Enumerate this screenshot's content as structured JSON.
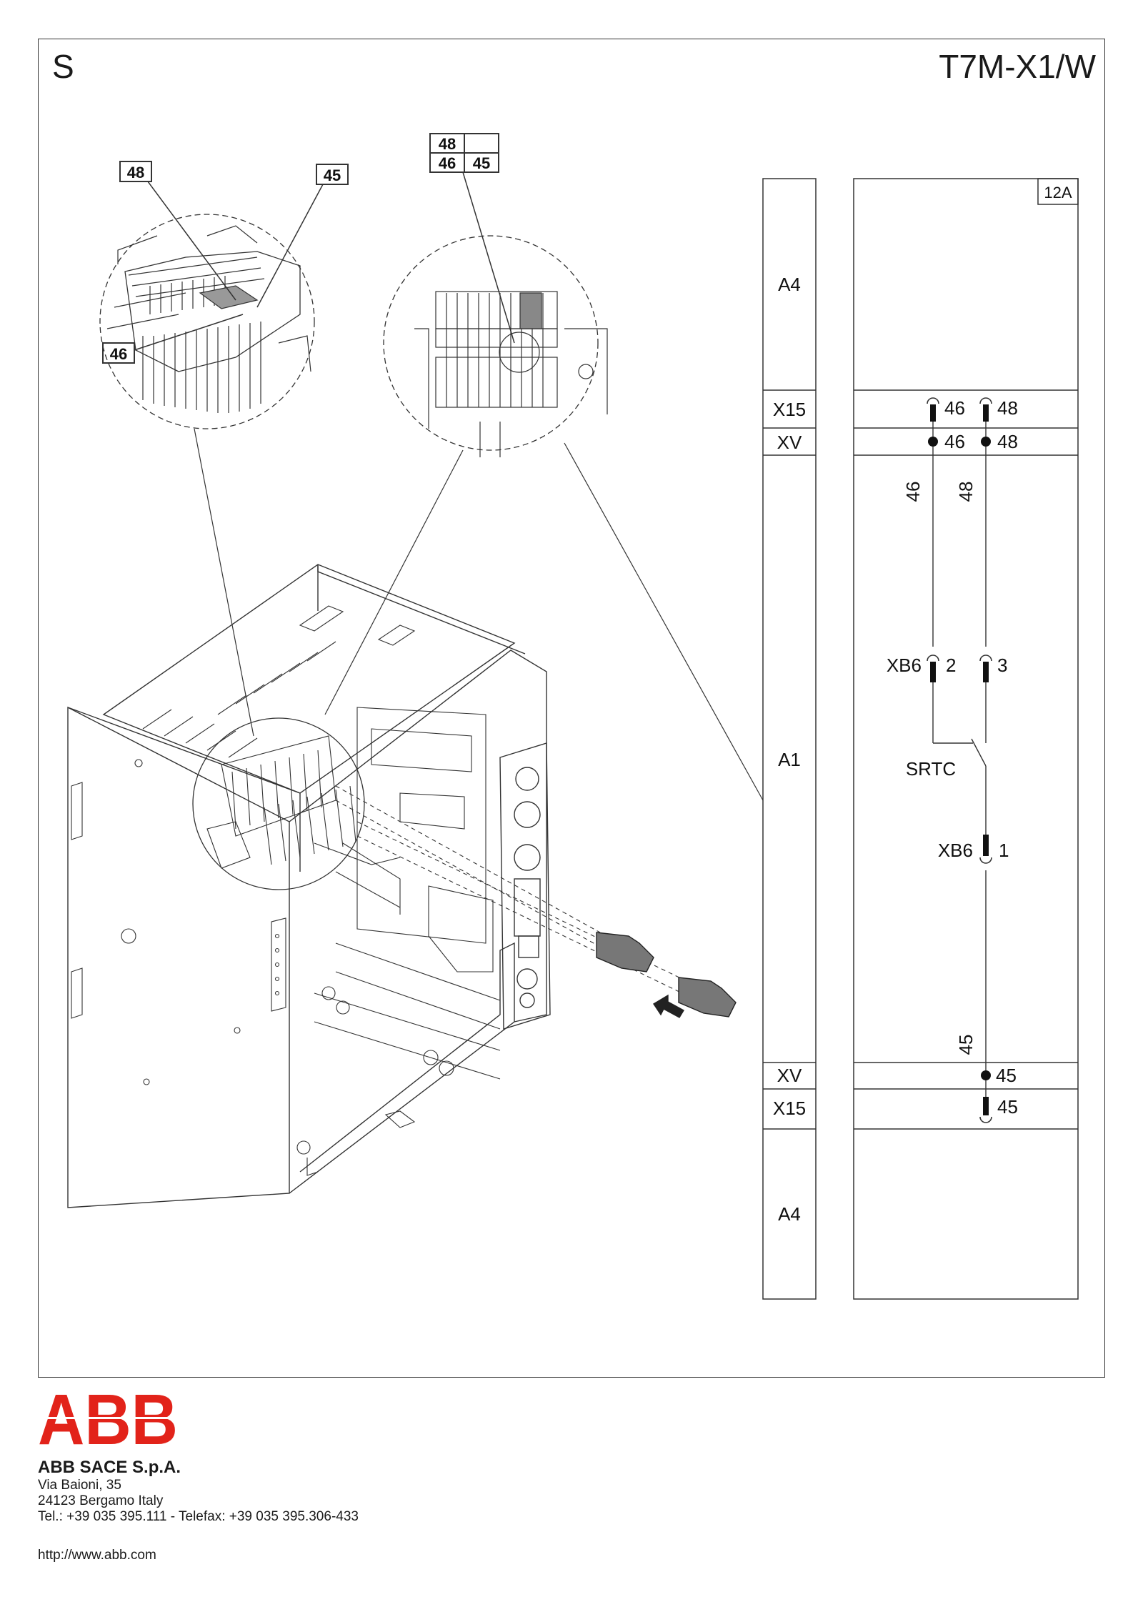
{
  "page": {
    "letter": "S",
    "model": "T7M-X1/W"
  },
  "callouts": {
    "left_a": "48",
    "left_b": "45",
    "left_c": "46",
    "mid_top": "48",
    "mid_bottom_left": "46",
    "mid_bottom_right": "45"
  },
  "schematic": {
    "rating": "12A",
    "strip": {
      "top": "A4",
      "x15_top": "X15",
      "xv_top": "XV",
      "middle": "A1",
      "xv_bottom": "XV",
      "x15_bottom": "X15",
      "bottom": "A4"
    },
    "terminals": {
      "x15_a": "46",
      "x15_b": "48",
      "xv_a": "46",
      "xv_b": "48",
      "wire_a": "46",
      "wire_b": "48",
      "xb6_label": "XB6",
      "xb6_pin2": "2",
      "xb6_pin3": "3",
      "switch": "SRTC",
      "xb6_low_label": "XB6",
      "xb6_pin1": "1",
      "wire_c": "45",
      "xv_c": "45",
      "x15_c": "45"
    }
  },
  "footer": {
    "logo_text": "ABB",
    "company": "ABB SACE S.p.A.",
    "address_1": "Via Baioni, 35",
    "address_2": "24123 Bergamo Italy",
    "phone": "Tel.: +39 035 395.111 - Telefax: +39 035 395.306-433",
    "url": "http://www.abb.com"
  },
  "colors": {
    "line": "#333333",
    "brand_red": "#e2231a"
  }
}
